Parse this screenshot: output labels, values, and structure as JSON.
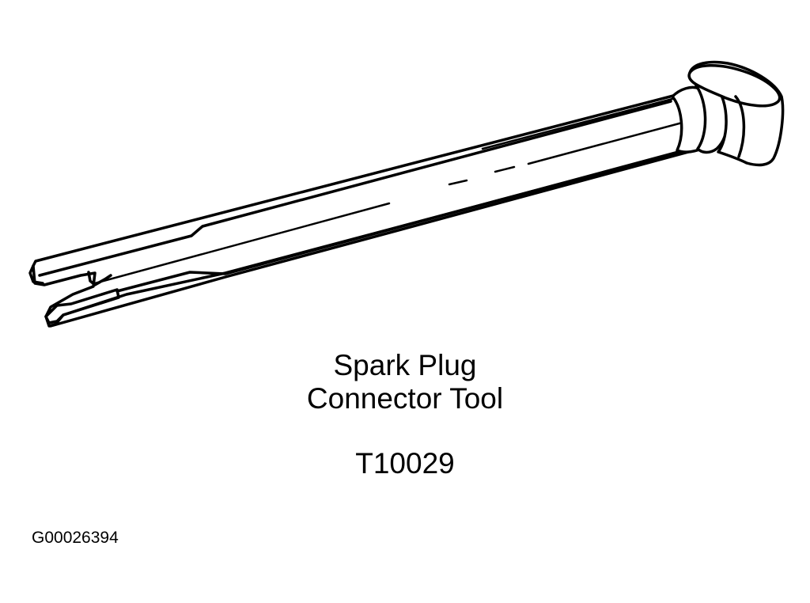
{
  "illustration": {
    "subject": "spark-plug-connector-tool",
    "stroke_color": "#000000",
    "fill_color": "#ffffff"
  },
  "caption": {
    "line1": "Spark Plug",
    "line2": "Connector Tool",
    "part_number": "T10029"
  },
  "figure_id": "G00026394"
}
